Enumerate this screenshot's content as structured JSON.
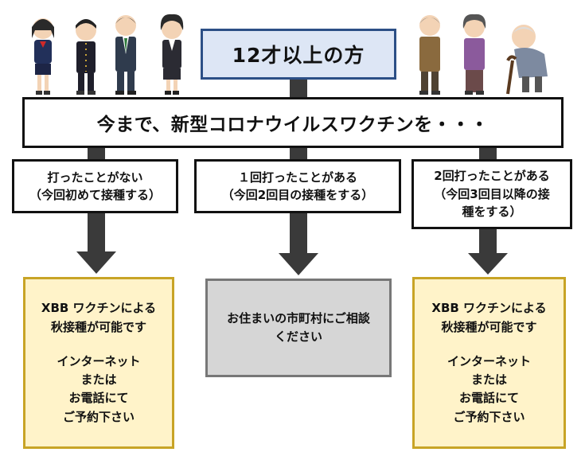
{
  "header": {
    "title": "12才以上の方"
  },
  "question": {
    "text": "今まで、新型コロナウイルスワクチンを・・・"
  },
  "branches": [
    {
      "lines": [
        "打ったことがない",
        "（今回初めて接種する）"
      ]
    },
    {
      "lines": [
        "１回打ったことがある",
        "（今回2回目の接種をする）"
      ]
    },
    {
      "lines": [
        "2回打ったことがある",
        "（今回3回目以降の接",
        "種をする）"
      ]
    }
  ],
  "results": [
    {
      "lines_top": [
        "XBB ワクチンによる",
        "秋接種が可能です"
      ],
      "lines_bottom": [
        "インターネット",
        "または",
        "お電話にて",
        "ご予約下さい"
      ]
    },
    {
      "lines_top": [
        "お住まいの市町村にご相談",
        "ください"
      ]
    },
    {
      "lines_top": [
        "XBB ワクチンによる",
        "秋接種が可能です"
      ],
      "lines_bottom": [
        "インターネット",
        "または",
        "お電話にて",
        "ご予約下さい"
      ]
    }
  ],
  "colors": {
    "header_fill": "#dde6f5",
    "header_border": "#2c4f86",
    "result_fill": "#fff3c9",
    "result_border": "#c8a426",
    "neutral_fill": "#d6d6d6",
    "arrow": "#3a3a3a"
  },
  "illustrations": [
    "student-girl-icon",
    "student-boy-icon",
    "businessman-icon",
    "businesswoman-icon",
    "elderly-man-icon",
    "elderly-woman-icon",
    "elderly-with-cane-icon"
  ]
}
